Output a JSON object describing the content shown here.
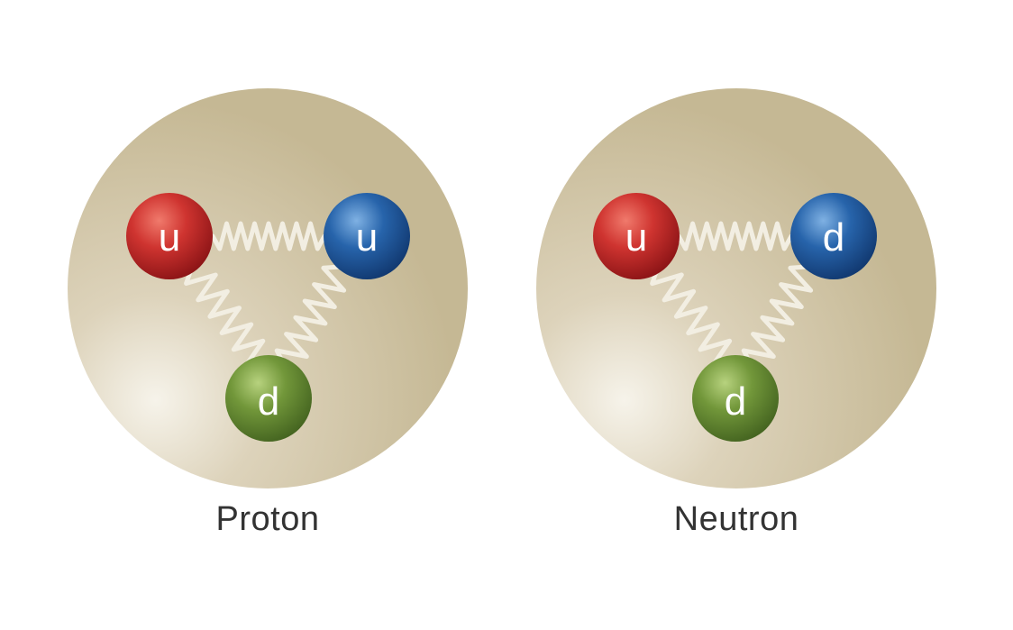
{
  "particles": [
    {
      "name": "Proton",
      "quarks": [
        {
          "flavor": "u",
          "color": "red"
        },
        {
          "flavor": "u",
          "color": "blue"
        },
        {
          "flavor": "d",
          "color": "green"
        }
      ]
    },
    {
      "name": "Neutron",
      "quarks": [
        {
          "flavor": "u",
          "color": "red"
        },
        {
          "flavor": "d",
          "color": "blue"
        },
        {
          "flavor": "d",
          "color": "green"
        }
      ]
    }
  ],
  "colors": {
    "background": "#ffffff",
    "sphere": "#c9bd9b",
    "sphere_highlight": "#f4f0e6",
    "gluon": "#f2eee2",
    "quark_red": "#c0282b",
    "quark_blue": "#1f5aa0",
    "quark_green": "#6f9438",
    "caption_text": "#333333"
  }
}
